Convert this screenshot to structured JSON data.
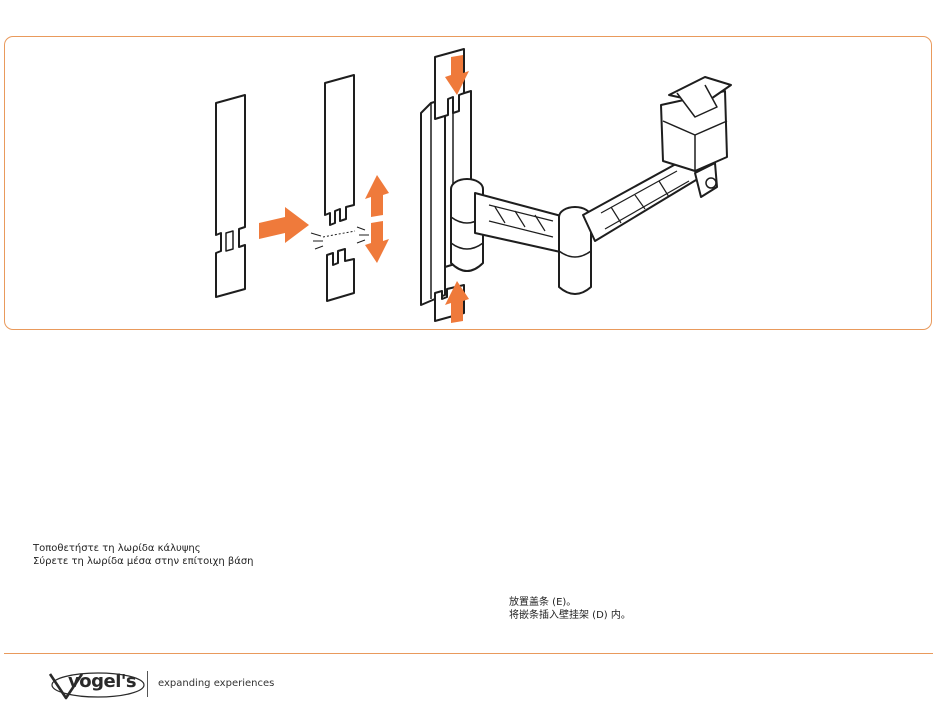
{
  "instructions": {
    "greek": [
      "Τοποθετήστε τη λωρίδα κάλυψης",
      "Σύρετε τη λωρίδα μέσα στην επίτοιχη βάση"
    ],
    "chinese": [
      "放置盖条 (E)。",
      "将嵌条插入壁挂架 (D) 内。"
    ]
  },
  "footer": {
    "brand": "vogel's",
    "tagline": "expanding experiences"
  },
  "colors": {
    "accent": "#e99a5c",
    "arrow": "#ef7a3b",
    "line": "#1e1e1e"
  },
  "icons": [
    "arrow-right-icon",
    "arrow-up-icon",
    "arrow-down-icon",
    "vogels-logo-icon"
  ]
}
